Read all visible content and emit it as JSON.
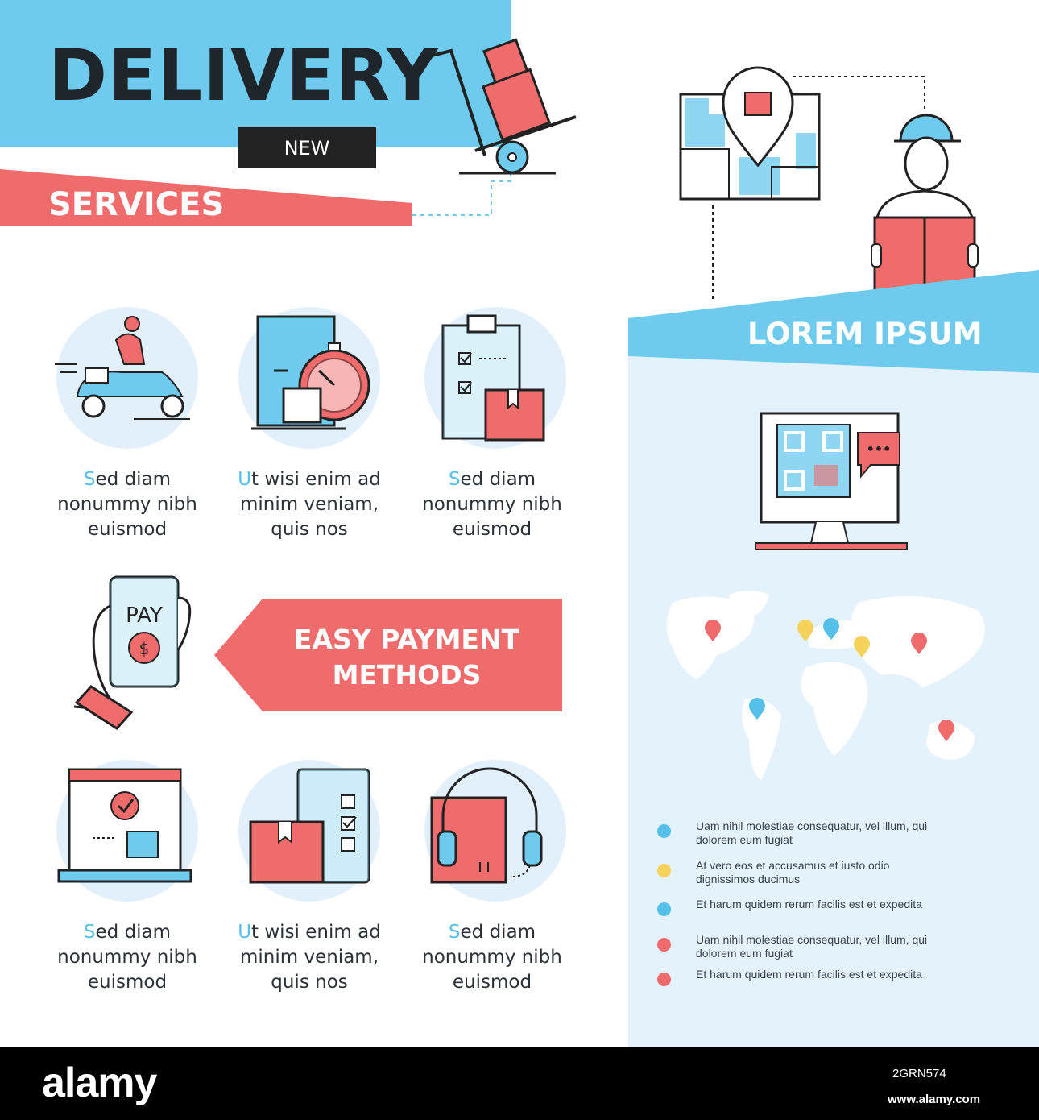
{
  "header": {
    "title": "DELIVERY",
    "badge": "NEW",
    "subtitle": "SERVICES"
  },
  "services": [
    {
      "icon": "scooter-courier-icon",
      "first_letter": "S",
      "rest": "ed diam",
      "lines": [
        "nonummy nibh",
        "euismod"
      ]
    },
    {
      "icon": "door-stopwatch-icon",
      "first_letter": "U",
      "rest": "t wisi enim ad",
      "lines": [
        "minim veniam,",
        "quis nos"
      ]
    },
    {
      "icon": "clipboard-checklist-icon",
      "first_letter": "S",
      "rest": "ed diam",
      "lines": [
        "nonummy nibh",
        "euismod"
      ]
    },
    {
      "icon": "laptop-order-icon",
      "first_letter": "S",
      "rest": "ed diam",
      "lines": [
        "nonummy nibh",
        "euismod"
      ]
    },
    {
      "icon": "tablet-package-icon",
      "first_letter": "U",
      "rest": "t wisi enim ad",
      "lines": [
        "minim veniam,",
        "quis nos"
      ]
    },
    {
      "icon": "headphones-package-icon",
      "first_letter": "S",
      "rest": "ed diam",
      "lines": [
        "nonummy nibh",
        "euismod"
      ]
    }
  ],
  "payment": {
    "phone_label": "PAY",
    "currency_symbol": "$",
    "line1": "EASY PAYMENT",
    "line2": "METHODS"
  },
  "right": {
    "title": "LOREM IPSUM",
    "chat_dots": "•••"
  },
  "legend": [
    {
      "color": "#55c0e8",
      "text": "Uam nihil molestiae consequatur, vel illum, qui dolorem eum fugiat"
    },
    {
      "color": "#f5d25a",
      "text": "At vero eos et accusamus et iusto odio dignissimos ducimus"
    },
    {
      "color": "#55c0e8",
      "text": "Et harum quidem rerum facilis est et expedita"
    },
    {
      "color": "#f06b6b",
      "text": "Uam nihil molestiae consequatur, vel illum, qui dolorem eum fugiat"
    },
    {
      "color": "#f06b6b",
      "text": "Et harum quidem rerum facilis est et expedita"
    }
  ],
  "colors": {
    "blue": "#6ecbed",
    "red": "#f06b6b",
    "yellow": "#f5d25a",
    "dark": "#222222"
  },
  "footer": {
    "brand": "alamy",
    "image_id": "2GRN574",
    "site": "www.alamy.com"
  }
}
